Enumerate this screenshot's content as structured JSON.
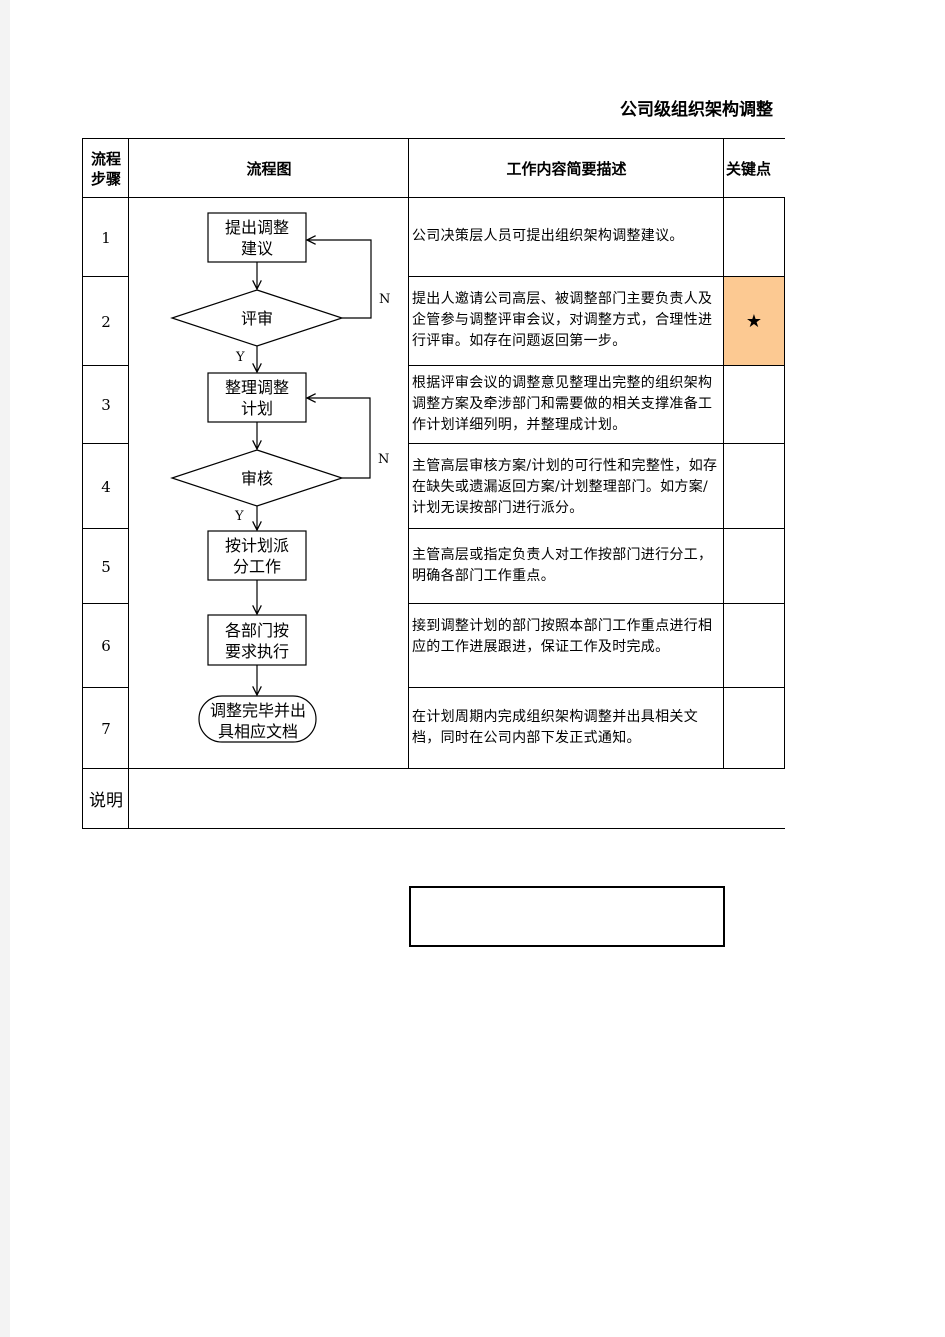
{
  "document": {
    "title": "公司级组织架构调整"
  },
  "table": {
    "headers": {
      "step": "流程步骤",
      "flowchart": "流程图",
      "description": "工作内容简要描述",
      "key_point": "关键点"
    },
    "rows": [
      {
        "step": "1",
        "description": "公司决策层人员可提出组织架构调整建议。",
        "key": ""
      },
      {
        "step": "2",
        "description": "提出人邀请公司高层、被调整部门主要负责人及企管参与调整评审会议，对调整方式，合理性进行评审。如存在问题返回第一步。",
        "key": "★"
      },
      {
        "step": "3",
        "description": "根据评审会议的调整意见整理出完整的组织架构调整方案及牵涉部门和需要做的相关支撑准备工作计划详细列明，并整理成计划。",
        "key": ""
      },
      {
        "step": "4",
        "description": "主管高层审核方案/计划的可行性和完整性，如存在缺失或遗漏返回方案/计划整理部门。如方案/计划无误按部门进行派分。",
        "key": ""
      },
      {
        "step": "5",
        "description": "主管高层或指定负责人对工作按部门进行分工，明确各部门工作重点。",
        "key": ""
      },
      {
        "step": "6",
        "description": "接到调整计划的部门按照本部门工作重点进行相应的工作进展跟进，保证工作及时完成。",
        "key": ""
      },
      {
        "step": "7",
        "description": "在计划周期内完成组织架构调整并出具相关文档，同时在公司内部下发正式通知。",
        "key": ""
      }
    ],
    "notes_label": "说明",
    "notes_text": ""
  },
  "flowchart": {
    "nodes": {
      "propose": [
        "提出调整",
        "建议"
      ],
      "review": "评审",
      "plan": [
        "整理调整",
        "计划"
      ],
      "audit": "审核",
      "assign": [
        "按计划派",
        "分工作"
      ],
      "execute": [
        "各部门按",
        "要求执行"
      ],
      "finish": [
        "调整完毕并出",
        "具相应文档"
      ]
    },
    "labels": {
      "yes": "Y",
      "no": "N"
    }
  },
  "colors": {
    "key_highlight": "#fcc992",
    "border": "#000000"
  }
}
